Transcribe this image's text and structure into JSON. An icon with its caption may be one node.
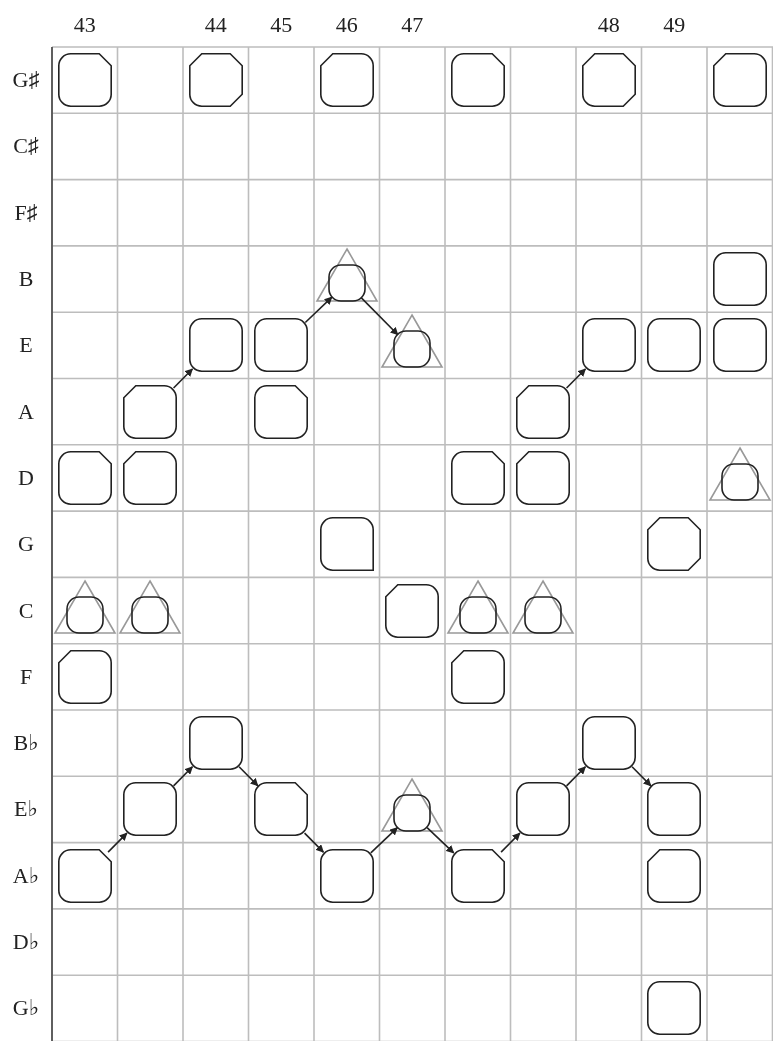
{
  "diagram": {
    "nodes": [
      {
        "text": [],
        "shape": "box"
      },
      {
        "text": [],
        "shape": "box"
      },
      {
        "text": [],
        "shape": "box"
      },
      {
        "text": [],
        "shape": "box"
      },
      {
        "text": [],
        "shape": "box"
      },
      {
        "text": [],
        "shape": "box"
      },
      {
        "text": [],
        "shape": "triangle"
      },
      {
        "text": [],
        "shape": "box"
      },
      {
        "text": [],
        "shape": "box"
      },
      {
        "text": [],
        "shape": "box"
      },
      {
        "text": [],
        "shape": "triangle"
      },
      {
        "text": [],
        "shape": "box"
      },
      {
        "text": [],
        "shape": "box"
      },
      {
        "text": [],
        "shape": "box"
      },
      {
        "text": [],
        "shape": "box"
      },
      {
        "text": [],
        "shape": "box"
      },
      {
        "text": [],
        "shape": "box"
      },
      {
        "text": [],
        "shape": "box"
      },
      {
        "text": [],
        "shape": "box"
      },
      {
        "text": [],
        "shape": "box"
      },
      {
        "text": [],
        "shape": "box"
      },
      {
        "text": [],
        "shape": "triangle"
      },
      {
        "text": [],
        "shape": "box"
      },
      {
        "text": [],
        "shape": "box"
      },
      {
        "text": [],
        "shape": "triangle"
      },
      {
        "text": [],
        "shape": "triangle"
      },
      {
        "text": [],
        "shape": "box"
      },
      {
        "text": [],
        "shape": "triangle"
      },
      {
        "text": [],
        "shape": "triangle"
      },
      {
        "text": [],
        "shape": "box"
      },
      {
        "text": [],
        "shape": "box"
      },
      {
        "text": [],
        "shape": "box"
      },
      {
        "text": [],
        "shape": "box"
      },
      {
        "text": [],
        "shape": "box"
      },
      {
        "text": [],
        "shape": "box"
      },
      {
        "text": [],
        "shape": "triangle"
      },
      {
        "text": [],
        "shape": "box"
      },
      {
        "text": [],
        "shape": "box"
      },
      {
        "text": [],
        "shape": "box"
      },
      {
        "text": [],
        "shape": "box"
      },
      {
        "text": [],
        "shape": "box"
      },
      {
        "text": [],
        "shape": "box"
      },
      {
        "text": [],
        "shape": "box"
      }
    ],
    "edges": [
      {
        "from": 14,
        "to": 8,
        "arrow": "to"
      },
      {
        "from": 9,
        "to": 6,
        "arrow": "to"
      },
      {
        "from": 6,
        "to": 10,
        "arrow": "to"
      },
      {
        "from": 16,
        "to": 11,
        "arrow": "to"
      },
      {
        "from": 38,
        "to": 33,
        "arrow": "to"
      },
      {
        "from": 33,
        "to": 31,
        "arrow": "to"
      },
      {
        "from": 31,
        "to": 34,
        "arrow": "to"
      },
      {
        "from": 34,
        "to": 39,
        "arrow": "to"
      },
      {
        "from": 39,
        "to": 35,
        "arrow": "to"
      },
      {
        "from": 35,
        "to": 40,
        "arrow": "to"
      },
      {
        "from": 40,
        "to": 36,
        "arrow": "to"
      },
      {
        "from": 36,
        "to": 32,
        "arrow": "to"
      },
      {
        "from": 32,
        "to": 37,
        "arrow": "to"
      }
    ],
    "labels": [
      "43",
      "44",
      "45",
      "46",
      "47",
      "48",
      "49",
      "G♯",
      "C♯",
      "F♯",
      "B",
      "E",
      "A",
      "D",
      "G",
      "C",
      "F",
      "B♭",
      "E♭",
      "A♭",
      "D♭",
      "G♭"
    ]
  }
}
